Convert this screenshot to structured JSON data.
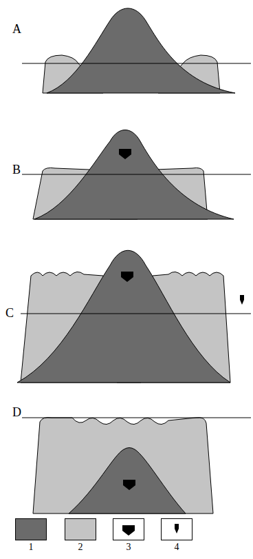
{
  "diagram": {
    "labels": [
      "A",
      "B",
      "C",
      "D"
    ],
    "legend": [
      {
        "text": "1",
        "color": "#6b6b6b"
      },
      {
        "text": "2",
        "color": "#c4c4c4"
      },
      {
        "text": "3"
      },
      {
        "text": "4"
      }
    ]
  }
}
